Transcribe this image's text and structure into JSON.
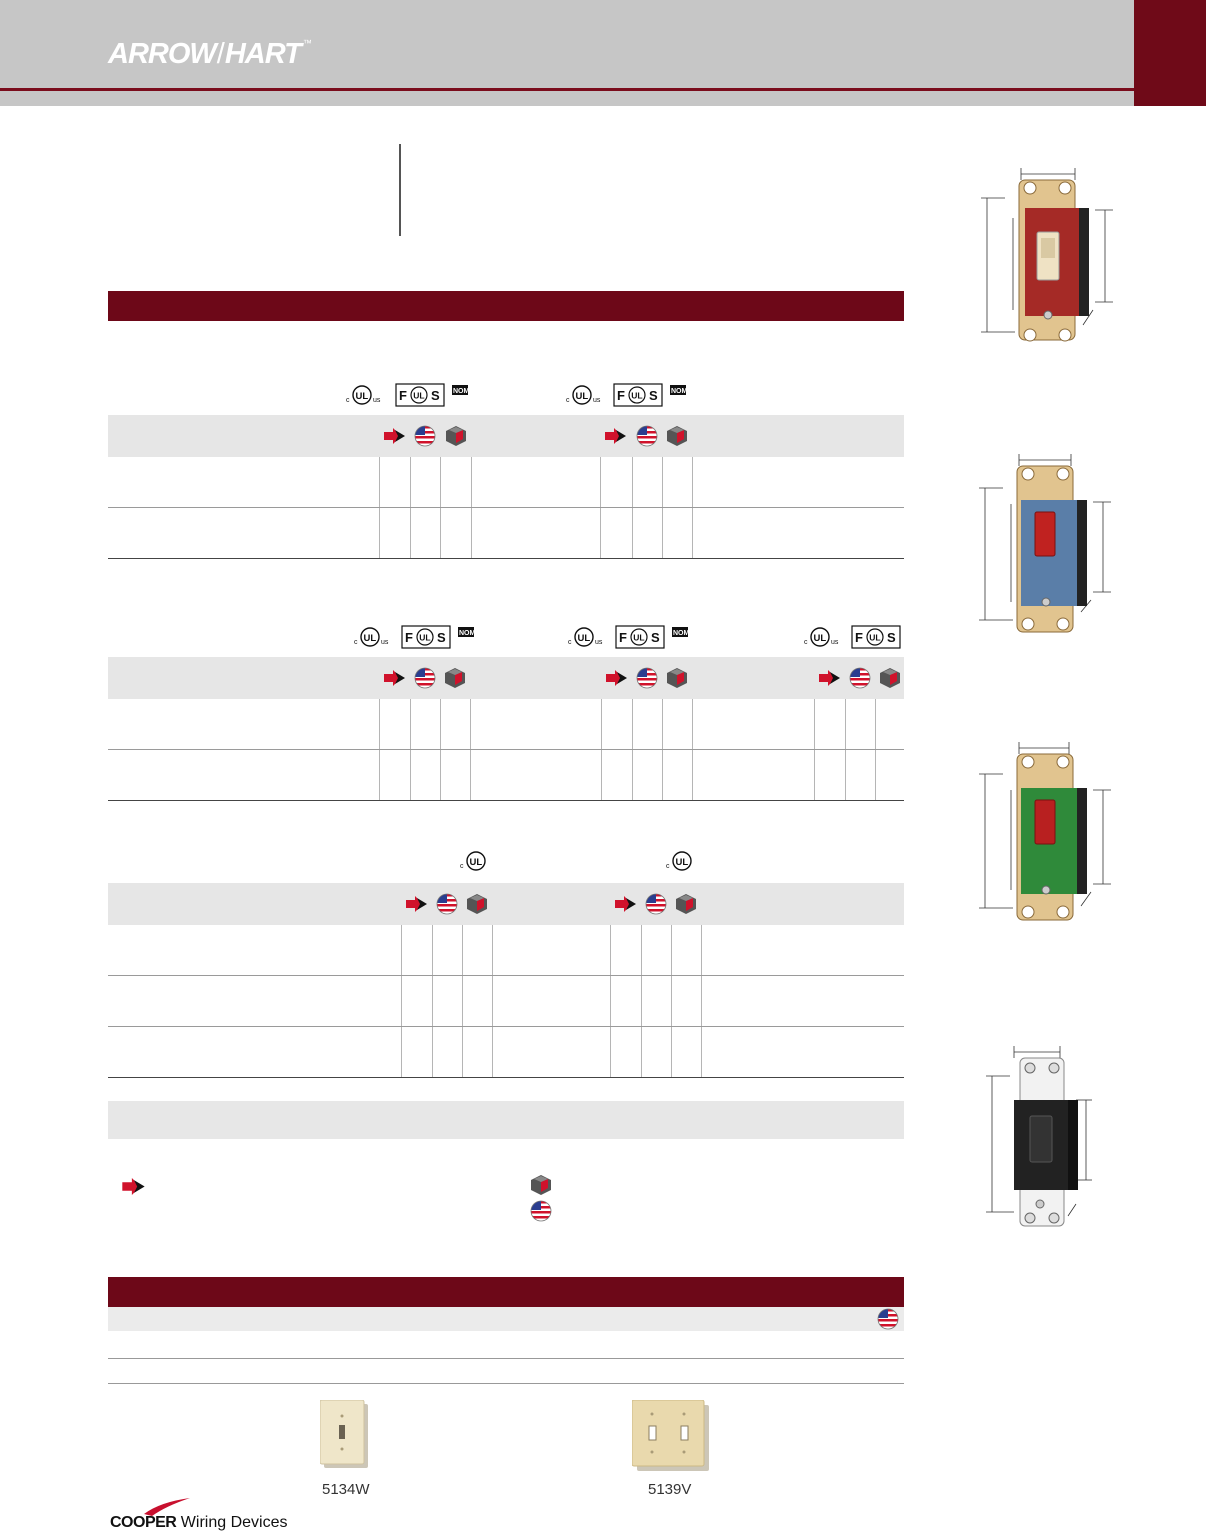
{
  "brand": {
    "logo_text": "ARROW",
    "logo_text2": "HART",
    "trademark": "™"
  },
  "certifications": {
    "ul_c": "c",
    "ul_us": "us",
    "fus_f": "F",
    "fus_s": "S",
    "nom": "NOM",
    "ul": "UL"
  },
  "icons": {
    "new_product": "arrow-new-icon",
    "made_in_usa": "us-flag-icon",
    "cube": "cube-icon"
  },
  "wallplates": {
    "plate1_label": "5134W",
    "plate2_label": "5139V"
  },
  "footer": {
    "company": "COOPER",
    "division": "Wiring Devices"
  },
  "colors": {
    "accent": "#6d0818",
    "header_gray": "#c6c6c6",
    "row_gray": "#e6e6e6"
  }
}
